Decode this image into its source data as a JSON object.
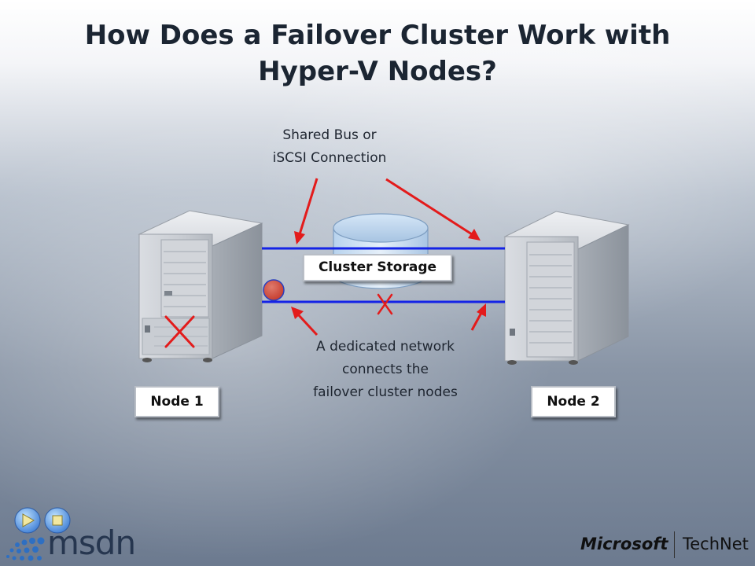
{
  "slide": {
    "title_line1": "How Does a Failover Cluster Work with",
    "title_line2": "Hyper-V Nodes?"
  },
  "diagram": {
    "caption_top_line1": "Shared Bus or",
    "caption_top_line2": "iSCSI Connection",
    "caption_bottom_line1": "A dedicated network",
    "caption_bottom_line2": "connects the",
    "caption_bottom_line3": "failover cluster nodes",
    "storage_label": "Cluster Storage",
    "node1_label": "Node 1",
    "node2_label": "Node 2",
    "colors": {
      "link_line": "#1423e6",
      "arrow": "#e31b1b",
      "failure_mark": "#e31b1b",
      "fault_dot": "#cd4a3b"
    }
  },
  "footer": {
    "play_icon": "play-icon",
    "stop_icon": "stop-icon",
    "msdn_logo": "msdn",
    "microsoft_logo": "Microsoft",
    "technet_logo": "TechNet"
  }
}
